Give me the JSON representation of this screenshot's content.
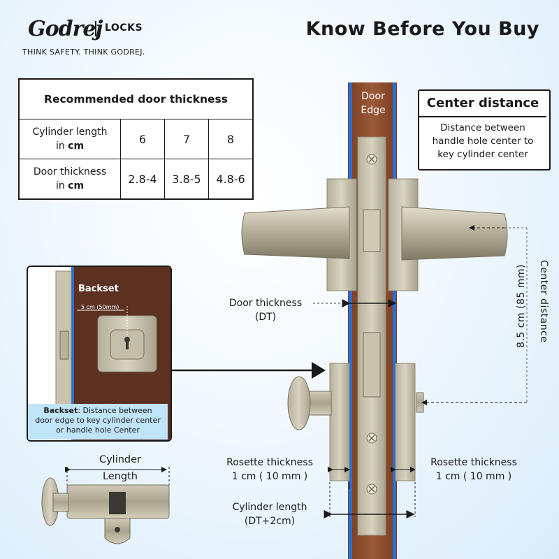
{
  "brand": {
    "logo": "Godrej",
    "category": "LOCKS",
    "tagline": "THINK SAFETY. THINK GODREJ."
  },
  "headline": "Know Before You Buy",
  "thickness_table": {
    "title": "Recommended door thickness",
    "row1_label_line1": "Cylinder length",
    "row1_label_line2": "in",
    "row1_unit": "cm",
    "cylinder_lengths": [
      "6",
      "7",
      "8"
    ],
    "row2_label_line1": "Door thickness",
    "row2_label_line2": "in",
    "row2_unit": "cm",
    "door_thickness": [
      "2.8-4",
      "3.8-5",
      "4.8-6"
    ]
  },
  "door_edge": {
    "line1": "Door",
    "line2": "Edge"
  },
  "center_distance_box": {
    "title": "Center distance",
    "line1": "Distance between",
    "line2": "handle hole center to",
    "line3": "key cylinder center"
  },
  "center_distance_vertical": "Center distance",
  "center_distance_value": "8.5 cm (85 mm)",
  "door_thickness_label": {
    "line1": "Door thickness",
    "line2": "(DT)"
  },
  "backset": {
    "title": "Backset",
    "dimension": "5 cm (50mm)",
    "caption_bold": "Backset",
    "caption_rest": ": Distance between",
    "caption_line2": "door edge to key cylinder center",
    "caption_line3": "or handle hole Center"
  },
  "cylinder": {
    "line1": "Cylinder",
    "line2": "Length"
  },
  "rosette_left": {
    "line1": "Rosette thickness",
    "line2": "1 cm ( 10 mm )"
  },
  "rosette_right": {
    "line1": "Rosette thickness",
    "line2": "1 cm ( 10 mm )"
  },
  "cylinder_length_label": {
    "line1": "Cylinder length",
    "line2": "(DT+2cm)"
  },
  "colors": {
    "door_wood": "#8a4a2c",
    "door_edge_blue": "#2a6fd6",
    "metal_finish": "#b3ad98",
    "caption_bg": "#bfe3f7"
  }
}
